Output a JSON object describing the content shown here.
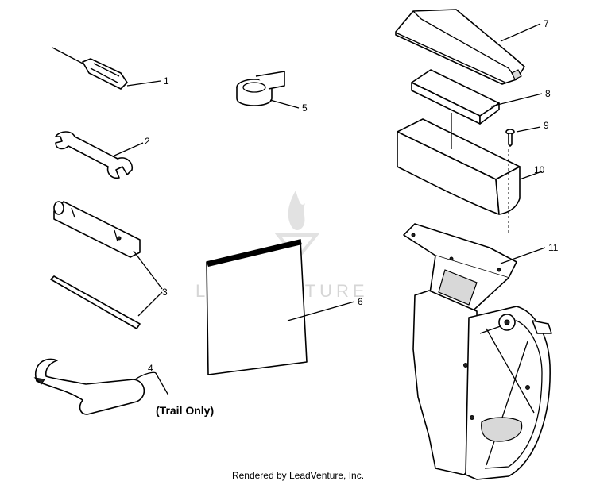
{
  "callouts": [
    "1",
    "2",
    "3",
    "4",
    "5",
    "6",
    "7",
    "8",
    "9",
    "10",
    "11"
  ],
  "note": "(Trail Only)",
  "watermark": "LEADVENTURE",
  "footer": "Rendered by LeadVenture, Inc."
}
